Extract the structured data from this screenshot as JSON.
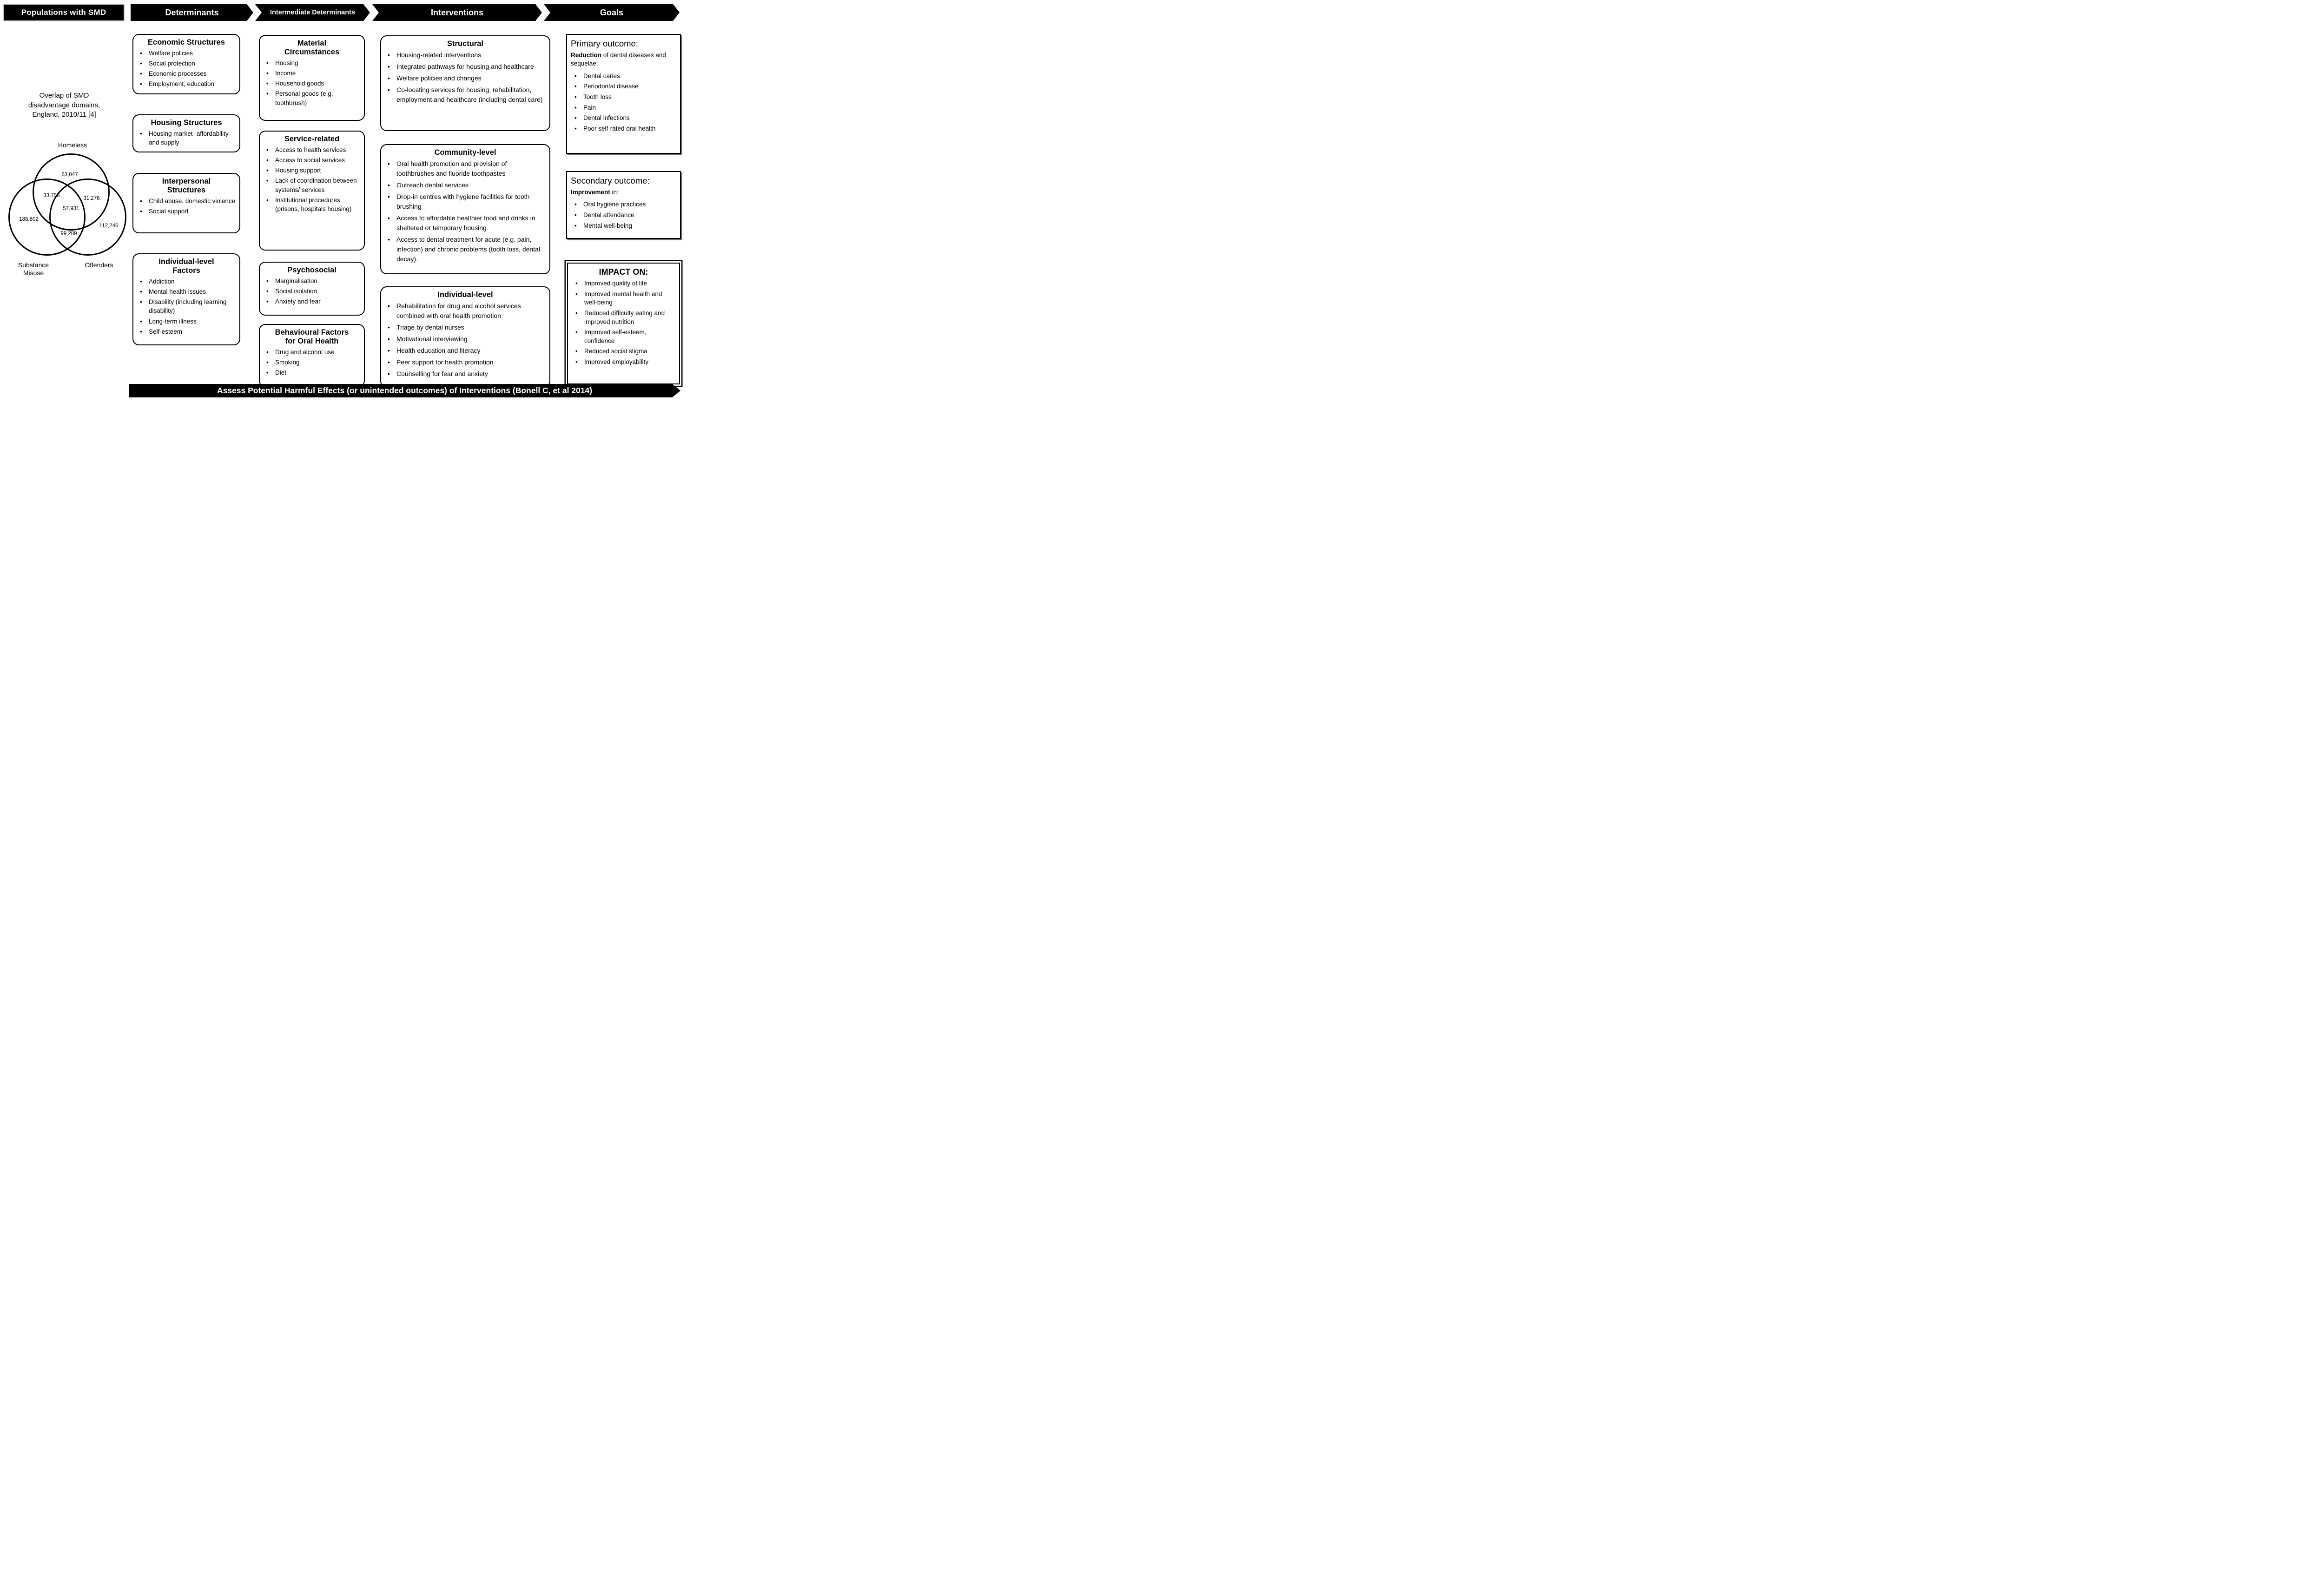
{
  "header": {
    "populations": "Populations with SMD",
    "stages": {
      "determinants": "Determinants",
      "intermediate": "Intermediate Determinants",
      "interventions": "Interventions",
      "goals": "Goals"
    }
  },
  "smd_overlap": {
    "caption": "Overlap of SMD\ndisadvantage domains,\nEngland, 2010/11 [4]",
    "labels": {
      "top": "Homeless",
      "left": "Substance\nMisuse",
      "right": "Offenders"
    },
    "counts": {
      "homeless_only": "63,047",
      "homeless_substance": "33,758",
      "homeless_offenders": "31,276",
      "center": "57,931",
      "substance_only": "188,802",
      "substance_offenders": "99,289",
      "offenders_only": "112,246"
    }
  },
  "determinants": {
    "boxes": [
      {
        "title": "Economic Structures",
        "items": [
          "Welfare policies",
          "Social protection",
          "Economic processes",
          "Employment, education"
        ]
      },
      {
        "title": "Housing Structures",
        "items": [
          "Housing market- affordability and supply"
        ]
      },
      {
        "title": "Interpersonal\nStructures",
        "items": [
          "Child abuse, domestic violence",
          "Social support"
        ]
      },
      {
        "title": "Individual-level\nFactors",
        "items": [
          "Addiction",
          "Mental health issues",
          "Disability (including learning disability)",
          "Long-term illness",
          "Self-esteem"
        ]
      }
    ]
  },
  "intermediate": {
    "boxes": [
      {
        "title": "Material\nCircumstances",
        "items": [
          "Housing",
          "Income",
          "Household goods",
          "Personal goods (e.g. toothbrush)"
        ]
      },
      {
        "title": "Service-related",
        "items": [
          "Access to health services",
          "Access to social services",
          "Housing support",
          "Lack of coordination between systems/ services",
          "Institutional procedures (prisons, hospitals housing)"
        ]
      },
      {
        "title": "Psychosocial",
        "items": [
          "Marginalisation",
          "Social isolation",
          "Anxiety and fear"
        ]
      },
      {
        "title": "Behavioural Factors\nfor Oral Health",
        "items": [
          "Drug and alcohol use",
          "Smoking",
          "Diet"
        ]
      }
    ]
  },
  "interventions": {
    "boxes": [
      {
        "title": "Structural",
        "items": [
          "Housing-related interventions",
          "Integrated pathways for housing and healthcare",
          "Welfare policies and changes",
          "Co-locating services for housing, rehabilitation, employment and healthcare (including dental care)"
        ]
      },
      {
        "title": "Community-level",
        "items": [
          "Oral health promotion and provision of toothbrushes and fluoride toothpastes",
          "Outreach dental services",
          "Drop-in centres with hygiene facilities for tooth brushing",
          "Access to affordable healthier food and drinks in sheltered or temporary housing",
          "Access to dental treatment for acute (e.g. pain, infection) and chronic problems (tooth loss, dental decay)."
        ]
      },
      {
        "title": "Individual-level",
        "items": [
          "Rehabilitation for drug and alcohol services combined with oral health promotion",
          "Triage by dental nurses",
          "Motivational interviewing",
          "Health education and literacy",
          "Peer support for health promotion",
          "Counselling for fear and anxiety"
        ]
      }
    ]
  },
  "goals": {
    "primary": {
      "title": "Primary outcome:",
      "lead_bold": "Reduction",
      "lead_rest": " of dental diseases and sequelae:",
      "items": [
        "Dental caries",
        "Periodontal disease",
        "Tooth loss",
        "Pain",
        "Dental infections",
        "Poor self-rated oral health"
      ]
    },
    "secondary": {
      "title": "Secondary outcome:",
      "lead_bold": "Improvement",
      "lead_rest": " in:",
      "items": [
        "Oral hygiene practices",
        "Dental attendance",
        "Mental well-being"
      ]
    },
    "impact": {
      "title": "IMPACT ON:",
      "items": [
        "Improved quality of life",
        "Improved mental health and well-being",
        "Reduced difficulty eating and improved nutrition",
        "Improved self-esteem, confidence",
        "Reduced social stigma",
        "Improved employability"
      ]
    }
  },
  "footer": {
    "label": "Assess Potential Harmful Effects (or unintended outcomes) of Interventions (Bonell C, et al 2014)"
  }
}
